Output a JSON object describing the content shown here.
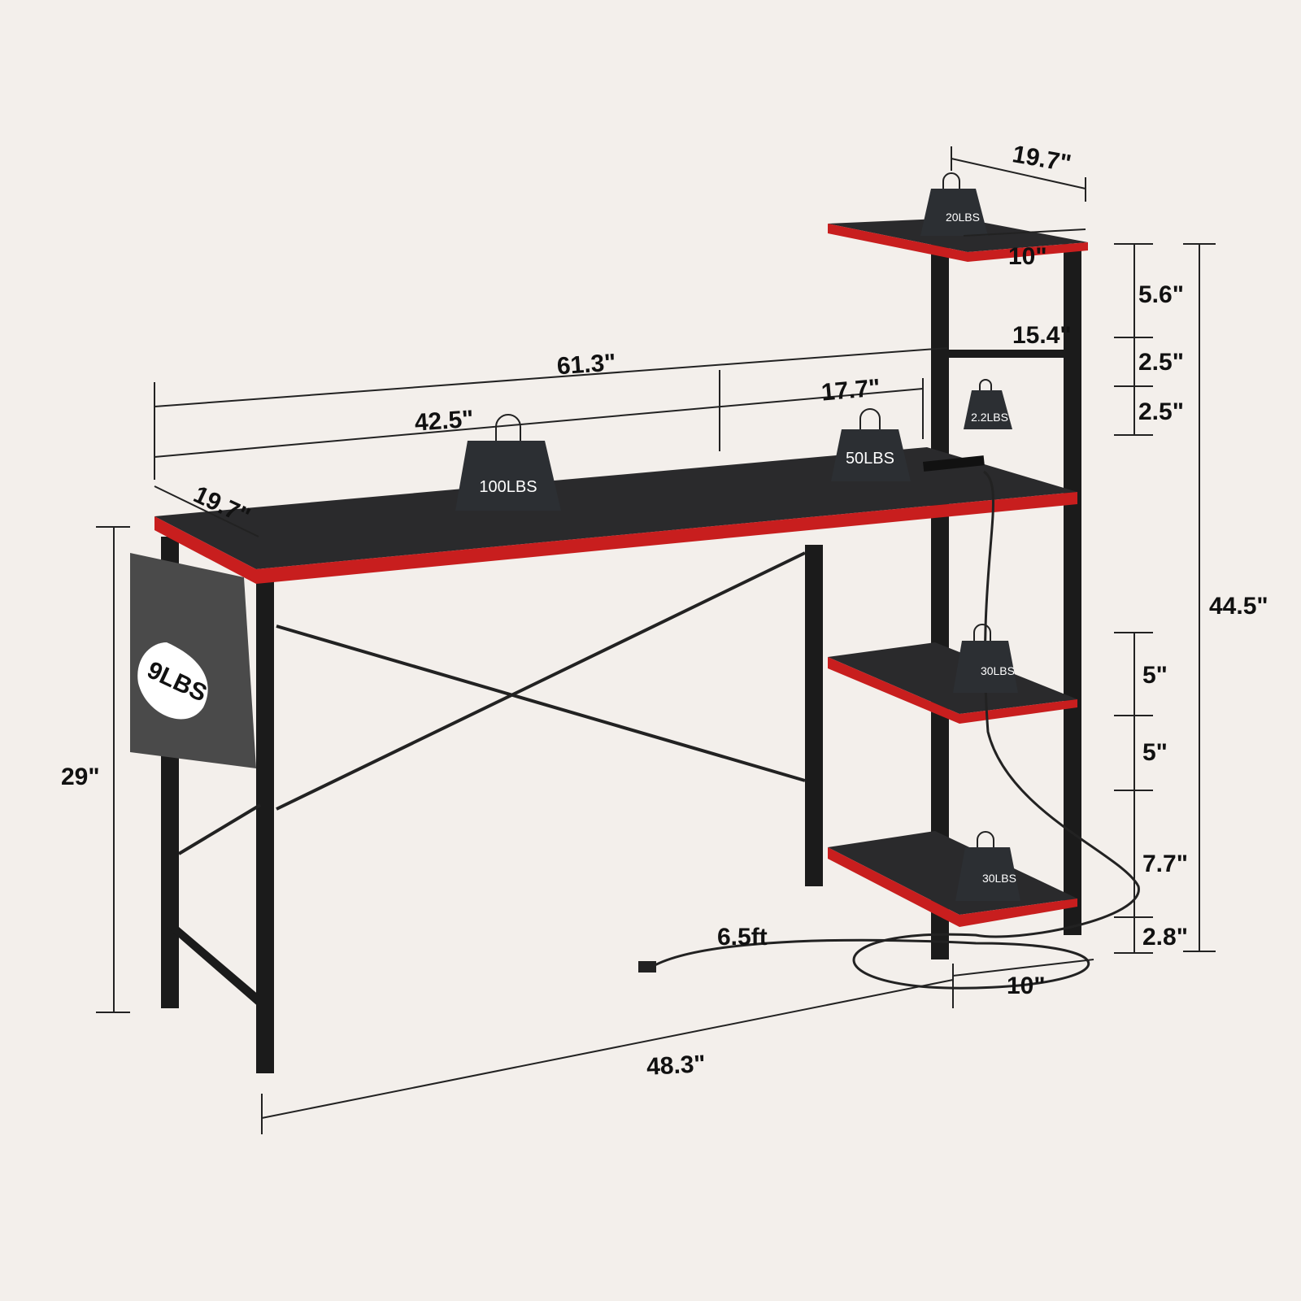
{
  "dimensions": {
    "tower_top_width": "19.7\"",
    "top_shelf_depth": "10\"",
    "top_gap": "5.6\"",
    "tower_height_above_desk": "15.4\"",
    "hook_gap_1": "2.5\"",
    "hook_gap_2": "2.5\"",
    "total_width": "61.3\"",
    "tower_width": "17.7\"",
    "desk_width": "42.5\"",
    "desk_depth": "19.7\"",
    "desk_height": "29\"",
    "total_height": "44.5\"",
    "shelf_gap_1": "5\"",
    "shelf_gap_2": "5\"",
    "shelf_gap_3": "7.7\"",
    "bottom_clearance": "2.8\"",
    "bottom_shelf_depth": "10\"",
    "cord_length": "6.5ft",
    "leg_span": "48.3\""
  },
  "weights": {
    "top_shelf": "20LBS",
    "hook": "2.2LBS",
    "desk_right": "50LBS",
    "desk_center": "100LBS",
    "side_bag": "9LBS",
    "middle_shelf": "30LBS",
    "bottom_shelf": "30LBS"
  },
  "colors": {
    "background": "#f3efeb",
    "edge_red": "#c81e1e",
    "frame": "#1b1b1b"
  }
}
